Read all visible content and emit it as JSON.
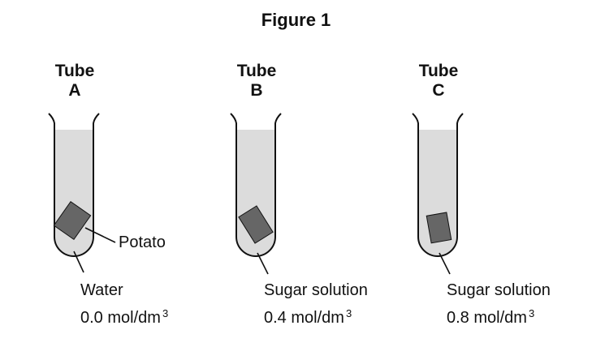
{
  "figure": {
    "title": "Figure 1"
  },
  "tubes": [
    {
      "word": "Tube",
      "letter": "A",
      "solution": "Water",
      "concentration": "0.0 mol/dm",
      "power": "3"
    },
    {
      "word": "Tube",
      "letter": "B",
      "solution": "Sugar solution",
      "concentration": "0.4 mol/dm",
      "power": "3"
    },
    {
      "word": "Tube",
      "letter": "C",
      "solution": "Sugar solution",
      "concentration": "0.8 mol/dm",
      "power": "3"
    }
  ],
  "labels": {
    "potato": "Potato"
  },
  "colors": {
    "liquid": "#dcdcdc",
    "potato": "#666666",
    "outline": "#111111"
  }
}
